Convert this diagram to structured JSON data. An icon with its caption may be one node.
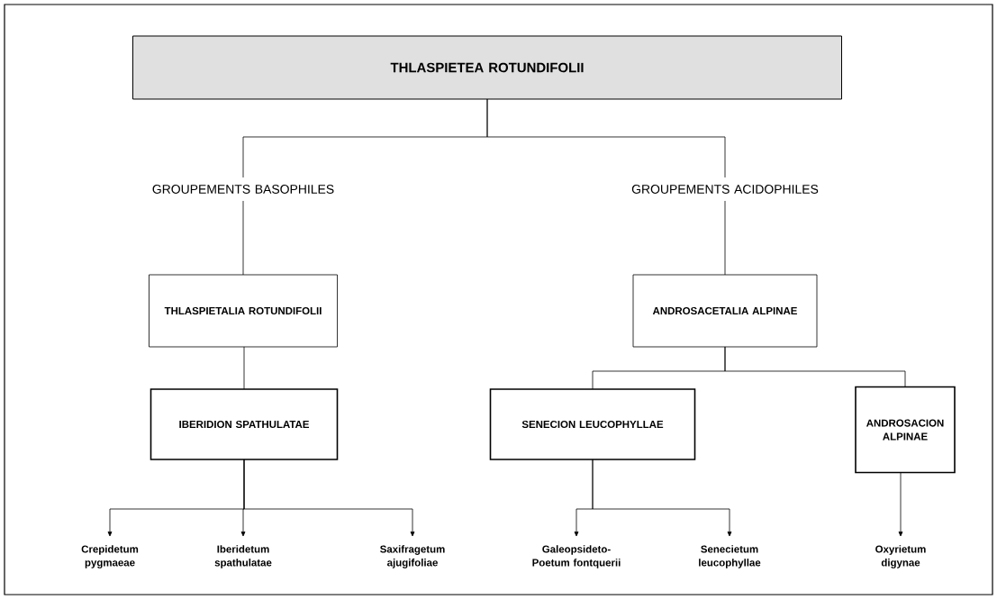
{
  "diagram": {
    "nodes": [
      {
        "text": [
          "THLASPIETEA ROTUNDIFOLII"
        ]
      },
      {
        "text": [
          "GROUPEMENTS BASOPHILES"
        ]
      },
      {
        "text": [
          "GROUPEMENTS ACIDOPHILES"
        ]
      },
      {
        "text": [
          "THLASPIETALIA ROTUNDIFOLII"
        ]
      },
      {
        "text": [
          "ANDROSACETALIA ALPINAE"
        ]
      },
      {
        "text": [
          "IBERIDION SPATHULATAE"
        ]
      },
      {
        "text": [
          "SENECION LEUCOPHYLLAE"
        ]
      },
      {
        "text": [
          "ANDROSACION ALPINAE"
        ]
      },
      {
        "text": [
          "Crepidetum pygmaeae"
        ]
      },
      {
        "text": [
          "Iberidetum spathulatae"
        ]
      },
      {
        "text": [
          "Saxifragetum ajugifoliae"
        ]
      },
      {
        "text": [
          "Galeopsideto- Poetum fontquerii"
        ]
      },
      {
        "text": [
          "Senecietum leucophyllae"
        ]
      },
      {
        "text": [
          "Oxyrietum digynae"
        ]
      }
    ],
    "edges": [
      {
        "from": 0,
        "to": 1,
        "arrow": "none"
      },
      {
        "from": 0,
        "to": 2,
        "arrow": "none"
      },
      {
        "from": 1,
        "to": 3,
        "arrow": "none"
      },
      {
        "from": 2,
        "to": 4,
        "arrow": "none"
      },
      {
        "from": 3,
        "to": 5,
        "arrow": "none"
      },
      {
        "from": 4,
        "to": 6,
        "arrow": "none"
      },
      {
        "from": 4,
        "to": 7,
        "arrow": "none"
      },
      {
        "from": 5,
        "to": 8,
        "arrow": "to"
      },
      {
        "from": 5,
        "to": 9,
        "arrow": "to"
      },
      {
        "from": 5,
        "to": 10,
        "arrow": "to"
      },
      {
        "from": 6,
        "to": 11,
        "arrow": "to"
      },
      {
        "from": 6,
        "to": 12,
        "arrow": "to"
      },
      {
        "from": 7,
        "to": 13,
        "arrow": "to"
      }
    ]
  }
}
